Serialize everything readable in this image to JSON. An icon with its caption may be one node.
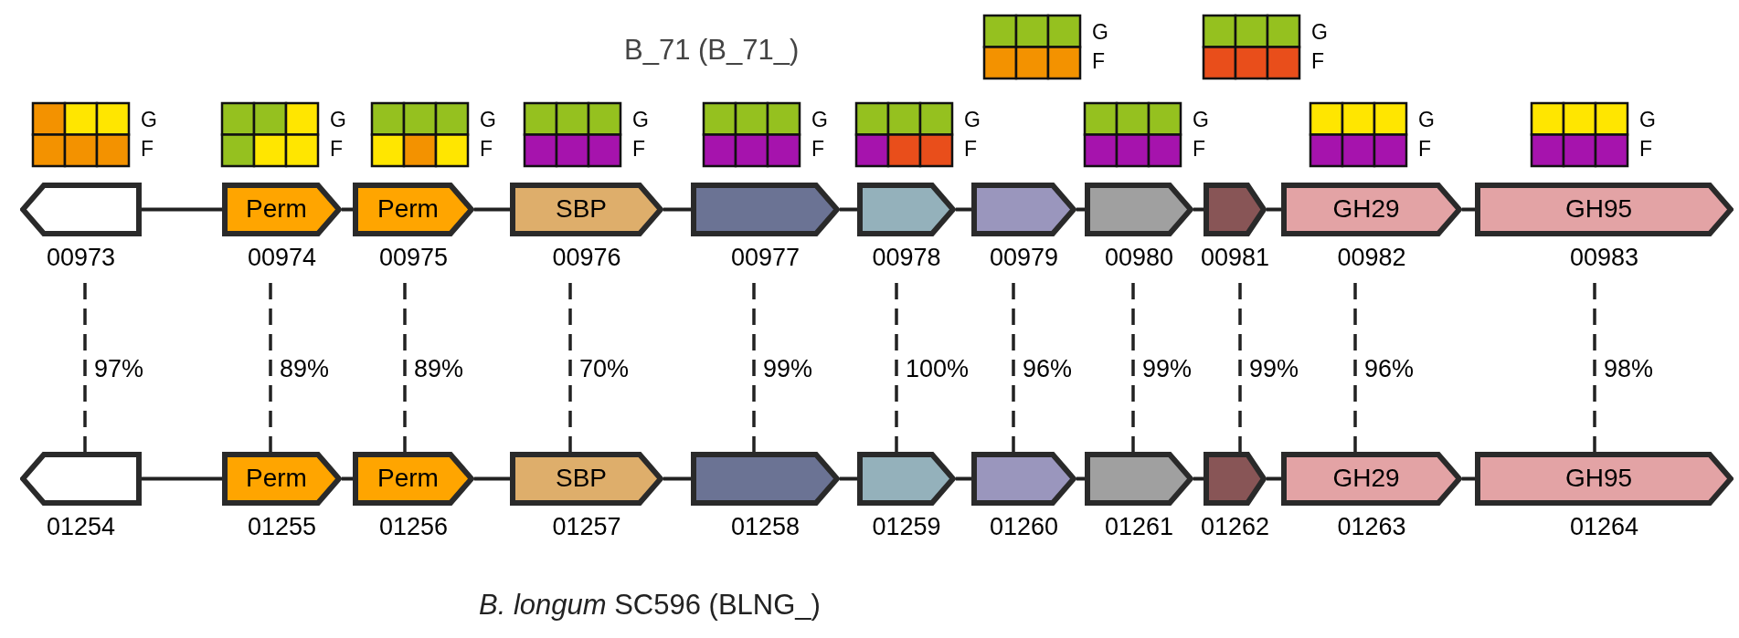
{
  "diagram": {
    "nodes": [
      {
        "text": [],
        "shape": "arrow",
        "beside": [
          "00973"
        ]
      },
      {
        "text": [
          "Perm"
        ],
        "beside": [
          "00974"
        ]
      },
      {
        "text": [
          "Perm"
        ],
        "beside": [
          "00975"
        ]
      },
      {
        "text": [
          "SBP"
        ],
        "beside": [
          "00976"
        ]
      },
      {
        "text": [],
        "shape": "arrow",
        "beside": [
          "00977"
        ]
      },
      {
        "text": [],
        "shape": "arrow",
        "beside": [
          "00978"
        ]
      },
      {
        "text": [],
        "shape": "arrow",
        "beside": [
          "00979"
        ]
      },
      {
        "text": [],
        "shape": "arrow",
        "beside": [
          "00980"
        ]
      },
      {
        "text": [],
        "shape": "arrow",
        "beside": [
          "00981"
        ]
      },
      {
        "text": [
          "GH29"
        ],
        "beside": [
          "00982"
        ]
      },
      {
        "text": [
          "GH95"
        ],
        "beside": [
          "00983"
        ]
      },
      {
        "text": [],
        "shape": "arrow",
        "beside": [
          "01254"
        ]
      },
      {
        "text": [
          "Perm"
        ],
        "beside": [
          "01255"
        ]
      },
      {
        "text": [
          "Perm"
        ],
        "beside": [
          "01256"
        ]
      },
      {
        "text": [
          "SBP"
        ],
        "beside": [
          "01257"
        ]
      },
      {
        "text": [],
        "shape": "arrow",
        "beside": [
          "01258"
        ]
      },
      {
        "text": [],
        "shape": "arrow",
        "beside": [
          "01259"
        ]
      },
      {
        "text": [],
        "shape": "arrow",
        "beside": [
          "01260"
        ]
      },
      {
        "text": [],
        "shape": "arrow",
        "beside": [
          "01261"
        ]
      },
      {
        "text": [],
        "shape": "arrow",
        "beside": [
          "01262"
        ]
      },
      {
        "text": [
          "GH29"
        ],
        "beside": [
          "01263"
        ]
      },
      {
        "text": [
          "GH95"
        ],
        "beside": [
          "01264"
        ]
      }
    ],
    "edges": [
      {
        "from": 0,
        "to": 11,
        "arrow": "none",
        "style": "dashed",
        "label": "97%"
      },
      {
        "from": 1,
        "to": 12,
        "arrow": "none",
        "style": "dashed",
        "label": "89%"
      },
      {
        "from": 2,
        "to": 13,
        "arrow": "none",
        "style": "dashed",
        "label": "89%"
      },
      {
        "from": 3,
        "to": 14,
        "arrow": "none",
        "style": "dashed",
        "label": "70%"
      },
      {
        "from": 4,
        "to": 15,
        "arrow": "none",
        "style": "dashed",
        "label": "99%"
      },
      {
        "from": 5,
        "to": 16,
        "arrow": "none",
        "style": "dashed",
        "label": "100%"
      },
      {
        "from": 6,
        "to": 17,
        "arrow": "none",
        "style": "dashed",
        "label": "96%"
      },
      {
        "from": 7,
        "to": 18,
        "arrow": "none",
        "style": "dashed",
        "label": "99%"
      },
      {
        "from": 8,
        "to": 19,
        "arrow": "none",
        "style": "dashed",
        "label": "99%"
      },
      {
        "from": 9,
        "to": 20,
        "arrow": "none",
        "style": "dashed",
        "label": "96%"
      },
      {
        "from": 10,
        "to": 21,
        "arrow": "none",
        "style": "dashed",
        "label": "98%"
      },
      {
        "from": 0,
        "to": 1,
        "arrow": "none"
      },
      {
        "from": 1,
        "to": 2,
        "arrow": "none"
      },
      {
        "from": 2,
        "to": 3,
        "arrow": "none"
      },
      {
        "from": 3,
        "to": 4,
        "arrow": "none"
      },
      {
        "from": 4,
        "to": 5,
        "arrow": "none"
      },
      {
        "from": 5,
        "to": 6,
        "arrow": "none"
      },
      {
        "from": 6,
        "to": 7,
        "arrow": "none"
      },
      {
        "from": 7,
        "to": 8,
        "arrow": "none"
      },
      {
        "from": 8,
        "to": 9,
        "arrow": "none"
      },
      {
        "from": 9,
        "to": 10,
        "arrow": "none"
      },
      {
        "from": 11,
        "to": 12,
        "arrow": "none"
      },
      {
        "from": 12,
        "to": 13,
        "arrow": "none"
      },
      {
        "from": 13,
        "to": 14,
        "arrow": "none"
      },
      {
        "from": 14,
        "to": 15,
        "arrow": "none"
      },
      {
        "from": 15,
        "to": 16,
        "arrow": "none"
      },
      {
        "from": 16,
        "to": 17,
        "arrow": "none"
      },
      {
        "from": 17,
        "to": 18,
        "arrow": "none"
      },
      {
        "from": 18,
        "to": 19,
        "arrow": "none"
      },
      {
        "from": 19,
        "to": 20,
        "arrow": "none"
      },
      {
        "from": 20,
        "to": 21,
        "arrow": "none"
      }
    ],
    "labels": [
      "B_71 (B_71_)",
      "G",
      "F",
      "G",
      "F",
      "G",
      "F",
      "G",
      "F",
      "G",
      "F",
      "G",
      "F",
      "G",
      "F",
      "G",
      "F",
      "G",
      "F",
      "G",
      "F",
      "G",
      "F",
      "*B. longum* SC596 (BLNG_)"
    ]
  }
}
